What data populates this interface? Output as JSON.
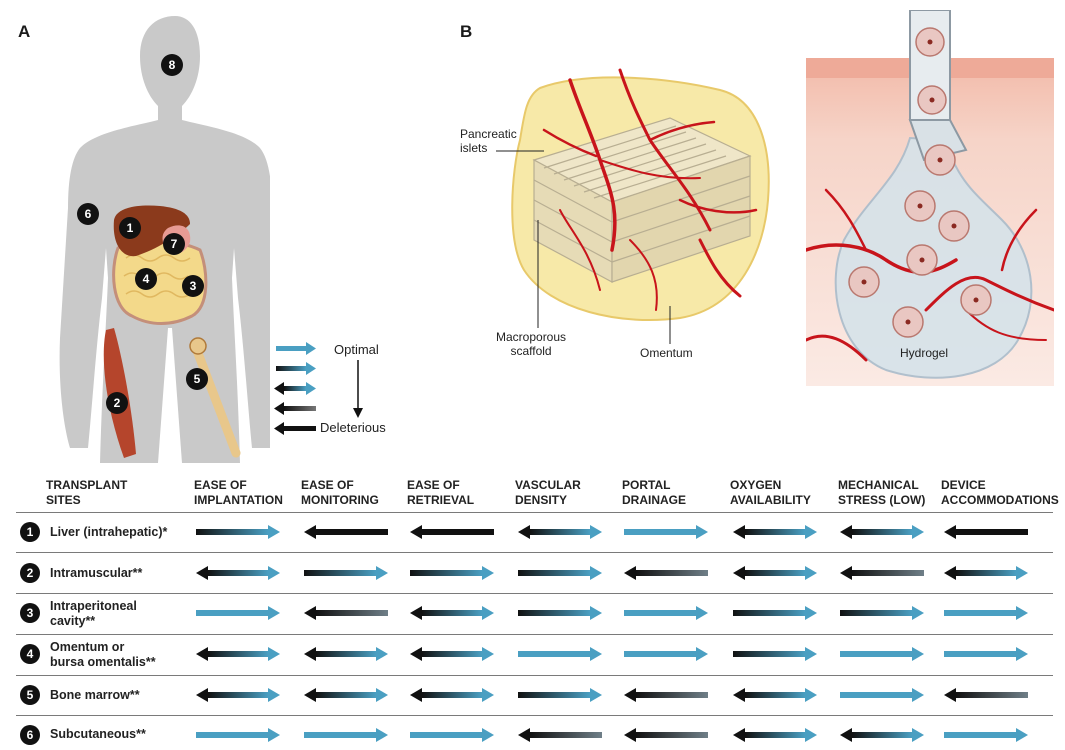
{
  "panel_a_label": "A",
  "panel_b_label": "B",
  "legend": {
    "optimal": "Optimal",
    "deleterious": "Deleterious"
  },
  "annotations": {
    "pancreatic_islets": "Pancreatic\nislets",
    "macroporous_scaffold": "Macroporous\nscaffold",
    "omentum": "Omentum",
    "hydrogel": "Hydrogel"
  },
  "body_markers": [
    "1",
    "2",
    "3",
    "4",
    "5",
    "6",
    "7",
    "8"
  ],
  "colors": {
    "optimal": "#4a9fc2",
    "deleterious": "#111111",
    "vessel": "#c8141b",
    "liver": "#8b3a1c",
    "body": "#c9c9c9"
  },
  "table": {
    "headers": [
      "TRANSPLANT\nSITES",
      "EASE OF\nIMPLANTATION",
      "EASE OF\nMONITORING",
      "EASE OF\nRETRIEVAL",
      "VASCULAR\nDENSITY",
      "PORTAL\nDRAINAGE",
      "OXYGEN\nAVAILABILITY",
      "MECHANICAL\nSTRESS (LOW)",
      "DEVICE\nACCOMMODATIONS"
    ],
    "rows": [
      {
        "num": "1",
        "label": "Liver (intrahepatic)*",
        "levels": [
          "1",
          "4",
          "4",
          "2",
          "0",
          "2",
          "2",
          "4"
        ]
      },
      {
        "num": "2",
        "label": "Intramuscular**",
        "levels": [
          "2",
          "1",
          "1",
          "1",
          "3",
          "2",
          "3",
          "2"
        ]
      },
      {
        "num": "3",
        "label": "Intraperitoneal\ncavity**",
        "levels": [
          "0",
          "3",
          "2",
          "1",
          "0",
          "1",
          "1",
          "0"
        ]
      },
      {
        "num": "4",
        "label": "Omentum or\nbursa omentalis**",
        "levels": [
          "2",
          "2",
          "2",
          "0",
          "0",
          "1",
          "0",
          "0"
        ]
      },
      {
        "num": "5",
        "label": "Bone marrow**",
        "levels": [
          "2",
          "2",
          "2",
          "1",
          "3",
          "2",
          "0",
          "3"
        ]
      },
      {
        "num": "6",
        "label": "Subcutaneous**",
        "levels": [
          "0",
          "0",
          "0",
          "3",
          "3",
          "2",
          "2",
          "0"
        ]
      }
    ]
  }
}
